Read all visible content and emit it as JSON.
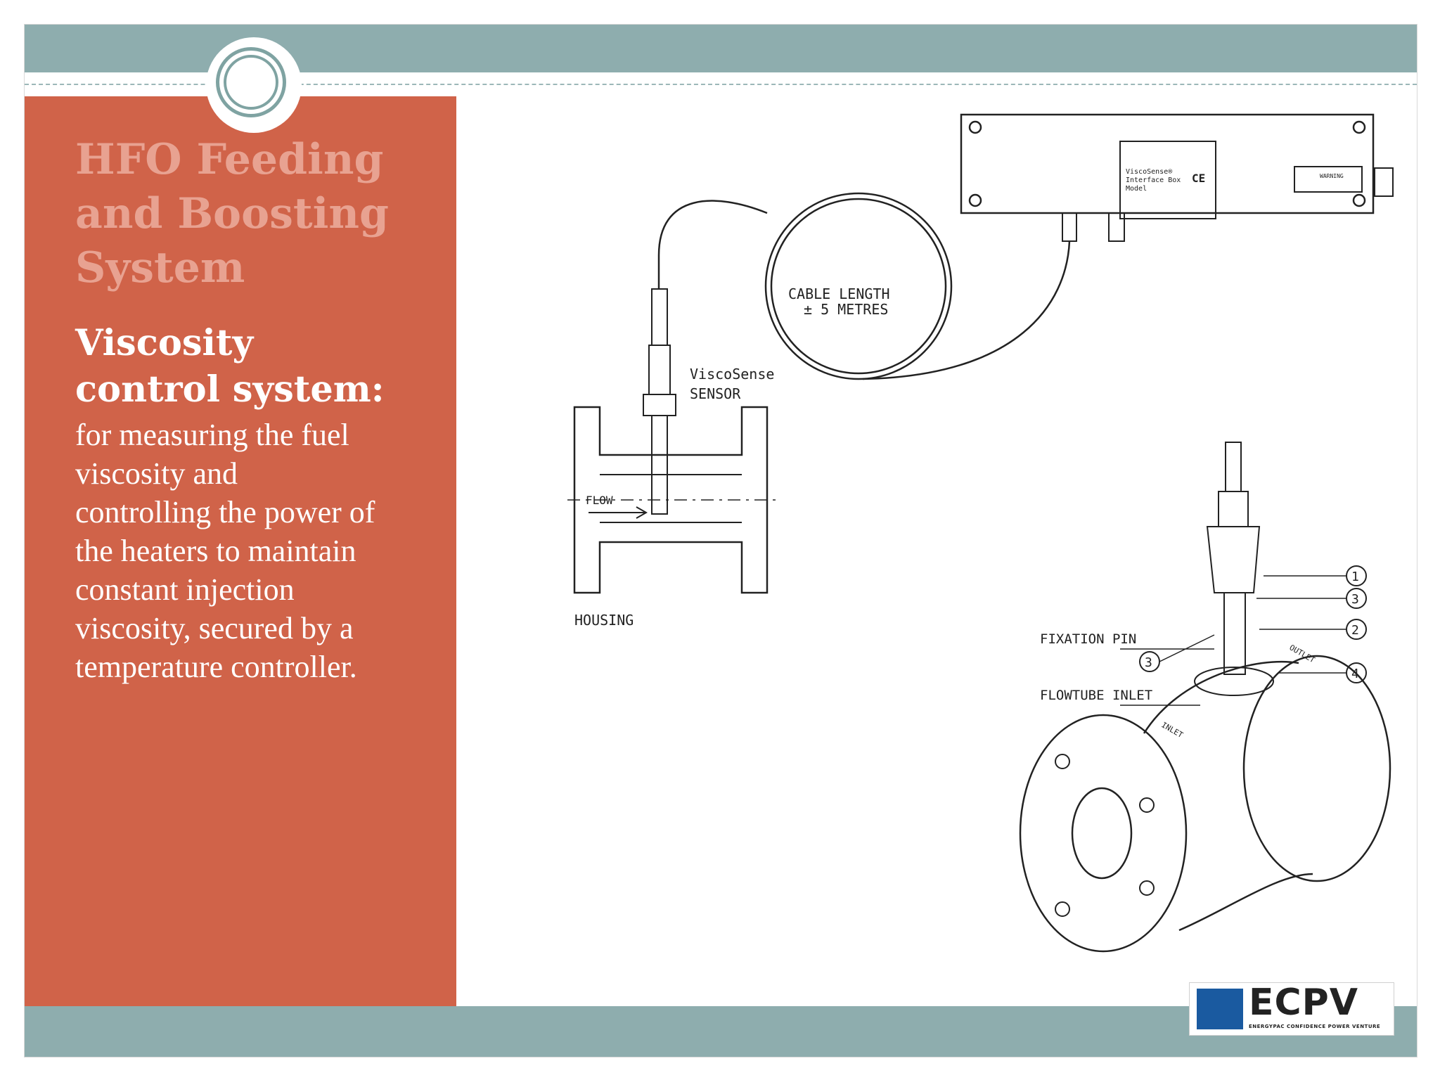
{
  "slide": {
    "title": "HFO Feeding\nand Boosting\nSystem",
    "subheading": "Viscosity\ncontrol system:",
    "body": "for measuring the fuel\nviscosity and\ncontrolling the power of\nthe heaters to maintain\nconstant injection\nviscosity, secured by a\ntemperature controller."
  },
  "diagram": {
    "cable_label_line1": "CABLE LENGTH",
    "cable_label_line2": "± 5 METRES",
    "sensor_label_line1": "ViscoSense",
    "sensor_label_line2": "SENSOR",
    "flow_label": "FLOW",
    "housing_label": "HOUSING",
    "fixation_pin_label": "FIXATION PIN",
    "flowtube_inlet_label": "FLOWTUBE INLET",
    "inlet_tag": "INLET",
    "outlet_tag": "OUTLET",
    "callouts": [
      "1",
      "3",
      "2",
      "3",
      "4"
    ],
    "plate_lines": [
      "ViscoSense®",
      "Interface Box",
      "Model"
    ],
    "ce_mark": "CE",
    "warning_label": "WARNING"
  },
  "logo": {
    "name": "ECPV",
    "tagline": "ENERGYPAC CONFIDENCE POWER VENTURE",
    "mark_color": "#1a5aa0"
  },
  "colors": {
    "band": "#8eadae",
    "panel": "#d06349",
    "title": "#e8a291",
    "ring": "#7fa3a2"
  }
}
